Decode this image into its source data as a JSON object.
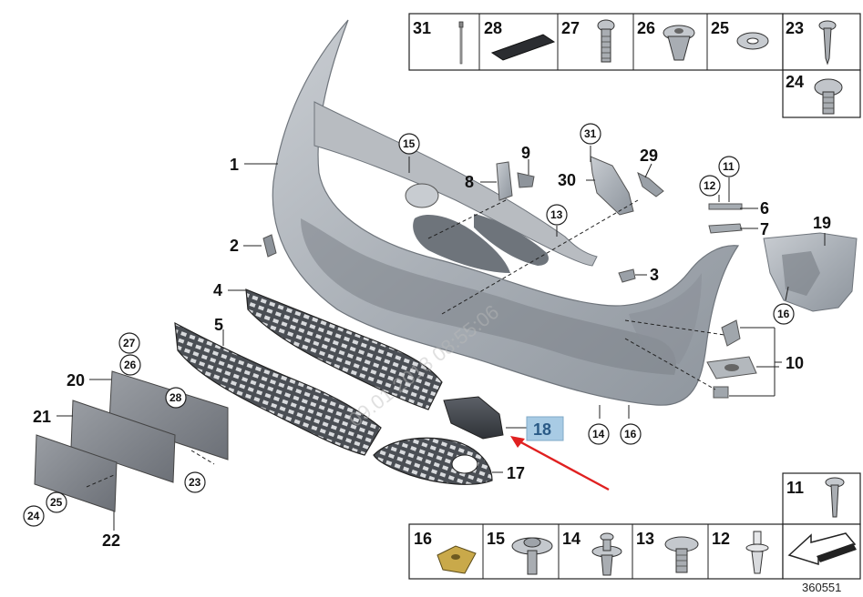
{
  "diagram_id": "360551",
  "watermark": "09.01.2018 08:55:06",
  "highlighted_part": "18",
  "part_labels": [
    "1",
    "2",
    "3",
    "4",
    "5",
    "6",
    "7",
    "8",
    "9",
    "10",
    "17",
    "19",
    "20",
    "21",
    "22",
    "29",
    "30"
  ],
  "circled_labels": [
    "11",
    "12",
    "13",
    "14",
    "15",
    "16",
    "16",
    "23",
    "24",
    "25",
    "26",
    "27",
    "28",
    "31"
  ],
  "top_hardware_box": [
    {
      "num": "31",
      "icon": "rivet-pin-icon"
    },
    {
      "num": "28",
      "icon": "adhesive-pad-icon"
    },
    {
      "num": "27",
      "icon": "screw-icon"
    },
    {
      "num": "26",
      "icon": "expanding-nut-icon"
    },
    {
      "num": "25",
      "icon": "washer-icon"
    },
    {
      "num": "23",
      "icon": "self-tapping-screw-icon"
    },
    {
      "num": "24",
      "icon": "hex-screw-icon"
    }
  ],
  "bottom_hardware_box": [
    {
      "num": "16",
      "icon": "spring-nut-icon"
    },
    {
      "num": "15",
      "icon": "collar-screw-icon"
    },
    {
      "num": "14",
      "icon": "push-rivet-icon"
    },
    {
      "num": "13",
      "icon": "hex-collar-screw-icon"
    },
    {
      "num": "12",
      "icon": "expanding-rivet-icon"
    },
    {
      "num": "11",
      "icon": "long-screw-icon"
    }
  ]
}
